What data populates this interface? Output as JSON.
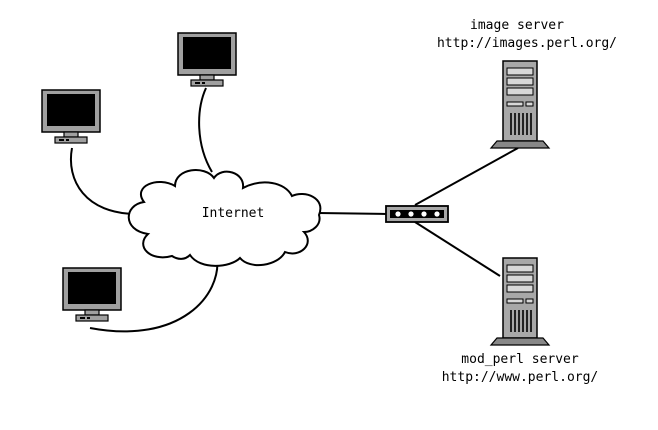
{
  "cloud": {
    "label": "Internet"
  },
  "image_server": {
    "name": "image server",
    "url": "http://images.perl.org/"
  },
  "modperl_server": {
    "name": "mod_perl server",
    "url": "http://www.perl.org/"
  },
  "colors": {
    "monitor_bezel": "#a0a0a0",
    "screen": "#000000",
    "tower": "#a8a8a8",
    "line": "#000000",
    "background": "#ffffff"
  },
  "icons": {
    "client": "monitor-icon",
    "server": "server-tower-icon",
    "router": "router-icon",
    "network": "cloud-icon"
  }
}
